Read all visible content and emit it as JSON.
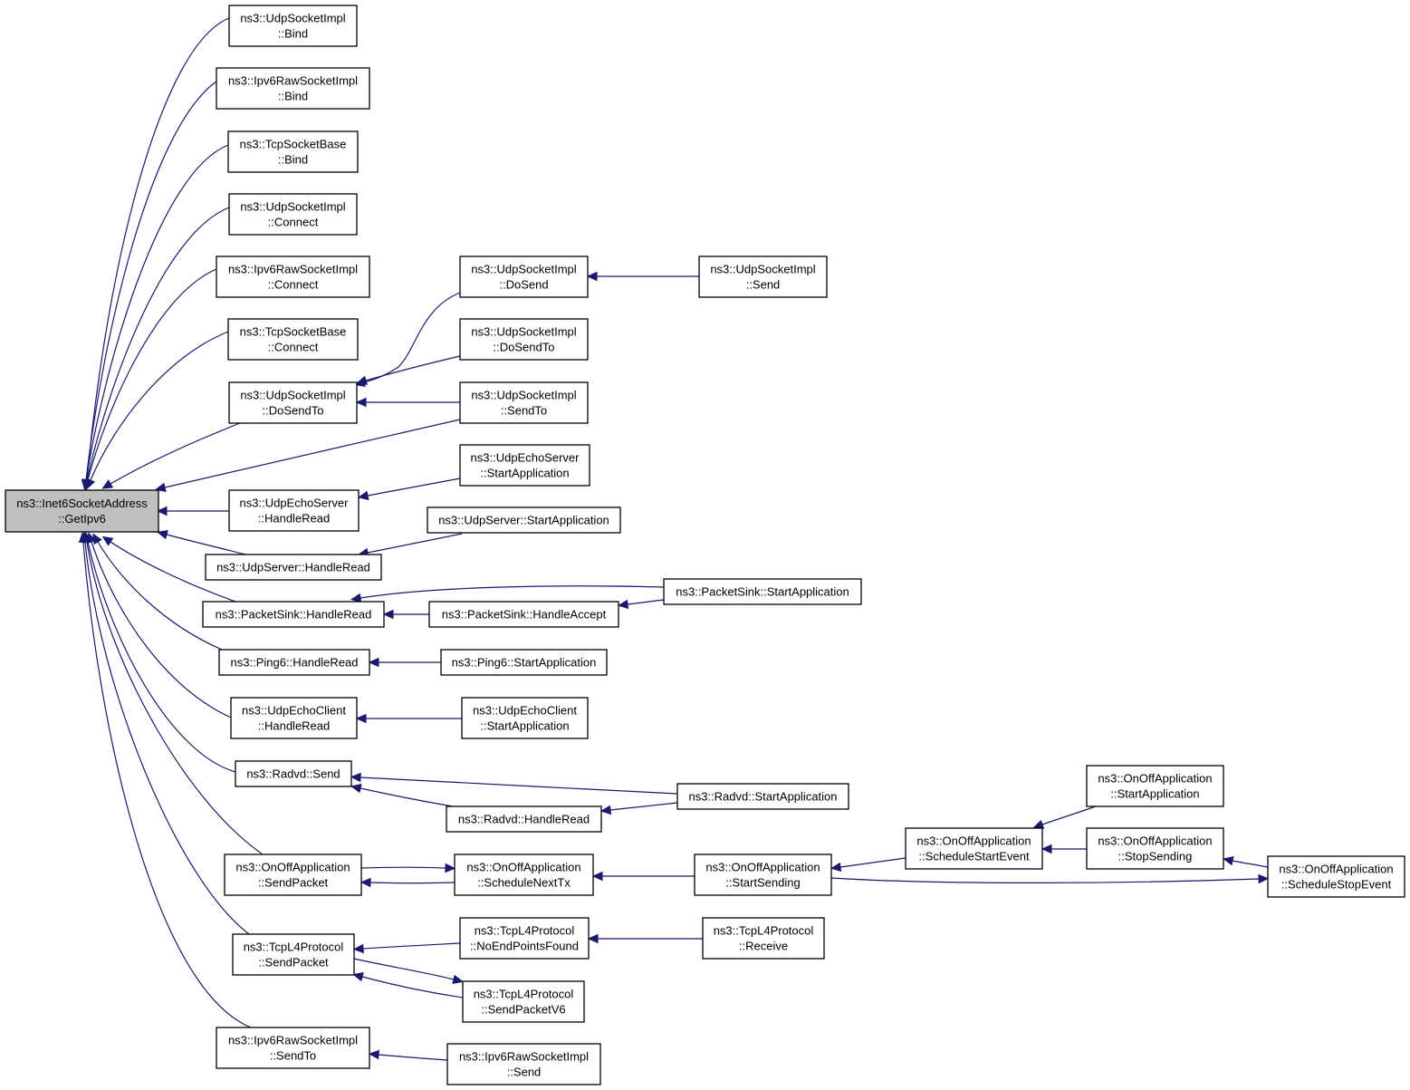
{
  "nodes": [
    {
      "id": "root",
      "lines": [
        "ns3::Inet6SocketAddress",
        "::GetIpv6"
      ],
      "root": true
    },
    {
      "id": "udp_bind",
      "lines": [
        "ns3::UdpSocketImpl",
        "::Bind"
      ]
    },
    {
      "id": "raw_bind",
      "lines": [
        "ns3::Ipv6RawSocketImpl",
        "::Bind"
      ]
    },
    {
      "id": "tcp_bind",
      "lines": [
        "ns3::TcpSocketBase",
        "::Bind"
      ]
    },
    {
      "id": "udp_connect",
      "lines": [
        "ns3::UdpSocketImpl",
        "::Connect"
      ]
    },
    {
      "id": "raw_connect",
      "lines": [
        "ns3::Ipv6RawSocketImpl",
        "::Connect"
      ]
    },
    {
      "id": "tcp_connect",
      "lines": [
        "ns3::TcpSocketBase",
        "::Connect"
      ]
    },
    {
      "id": "udp_dosendto_l",
      "lines": [
        "ns3::UdpSocketImpl",
        "::DoSendTo"
      ]
    },
    {
      "id": "udpechoserver_hr",
      "lines": [
        "ns3::UdpEchoServer",
        "::HandleRead"
      ]
    },
    {
      "id": "udpserver_hr",
      "lines": [
        "ns3::UdpServer::HandleRead"
      ]
    },
    {
      "id": "packetsink_hr",
      "lines": [
        "ns3::PacketSink::HandleRead"
      ]
    },
    {
      "id": "ping6_hr",
      "lines": [
        "ns3::Ping6::HandleRead"
      ]
    },
    {
      "id": "udpechoclient_hr",
      "lines": [
        "ns3::UdpEchoClient",
        "::HandleRead"
      ]
    },
    {
      "id": "radvd_send",
      "lines": [
        "ns3::Radvd::Send"
      ]
    },
    {
      "id": "onoff_sendpacket",
      "lines": [
        "ns3::OnOffApplication",
        "::SendPacket"
      ]
    },
    {
      "id": "tcpl4_sendpacket",
      "lines": [
        "ns3::TcpL4Protocol",
        "::SendPacket"
      ]
    },
    {
      "id": "raw_sendto",
      "lines": [
        "ns3::Ipv6RawSocketImpl",
        "::SendTo"
      ]
    },
    {
      "id": "udp_dosend",
      "lines": [
        "ns3::UdpSocketImpl",
        "::DoSend"
      ]
    },
    {
      "id": "udp_send",
      "lines": [
        "ns3::UdpSocketImpl",
        "::Send"
      ]
    },
    {
      "id": "udp_dosendto_r",
      "lines": [
        "ns3::UdpSocketImpl",
        "::DoSendTo"
      ]
    },
    {
      "id": "udp_sendto",
      "lines": [
        "ns3::UdpSocketImpl",
        "::SendTo"
      ]
    },
    {
      "id": "udpechoserver_sa",
      "lines": [
        "ns3::UdpEchoServer",
        "::StartApplication"
      ]
    },
    {
      "id": "udpserver_sa",
      "lines": [
        "ns3::UdpServer::StartApplication"
      ]
    },
    {
      "id": "packetsink_sa",
      "lines": [
        "ns3::PacketSink::StartApplication"
      ]
    },
    {
      "id": "packetsink_ha",
      "lines": [
        "ns3::PacketSink::HandleAccept"
      ]
    },
    {
      "id": "ping6_sa",
      "lines": [
        "ns3::Ping6::StartApplication"
      ]
    },
    {
      "id": "udpechoclient_sa",
      "lines": [
        "ns3::UdpEchoClient",
        "::StartApplication"
      ]
    },
    {
      "id": "radvd_sa",
      "lines": [
        "ns3::Radvd::StartApplication"
      ]
    },
    {
      "id": "radvd_hr",
      "lines": [
        "ns3::Radvd::HandleRead"
      ]
    },
    {
      "id": "onoff_schednext",
      "lines": [
        "ns3::OnOffApplication",
        "::ScheduleNextTx"
      ]
    },
    {
      "id": "onoff_startsending",
      "lines": [
        "ns3::OnOffApplication",
        "::StartSending"
      ]
    },
    {
      "id": "onoff_schedstart",
      "lines": [
        "ns3::OnOffApplication",
        "::ScheduleStartEvent"
      ]
    },
    {
      "id": "onoff_sa",
      "lines": [
        "ns3::OnOffApplication",
        "::StartApplication"
      ]
    },
    {
      "id": "onoff_stopsending",
      "lines": [
        "ns3::OnOffApplication",
        "::StopSending"
      ]
    },
    {
      "id": "onoff_schedstop",
      "lines": [
        "ns3::OnOffApplication",
        "::ScheduleStopEvent"
      ]
    },
    {
      "id": "tcpl4_noend",
      "lines": [
        "ns3::TcpL4Protocol",
        "::NoEndPointsFound"
      ]
    },
    {
      "id": "tcpl4_receive",
      "lines": [
        "ns3::TcpL4Protocol",
        "::Receive"
      ]
    },
    {
      "id": "tcpl4_sendv6",
      "lines": [
        "ns3::TcpL4Protocol",
        "::SendPacketV6"
      ]
    },
    {
      "id": "raw_send",
      "lines": [
        "ns3::Ipv6RawSocketImpl",
        "::Send"
      ]
    }
  ],
  "edges": [
    {
      "from": "udp_bind",
      "to": "root"
    },
    {
      "from": "raw_bind",
      "to": "root"
    },
    {
      "from": "tcp_bind",
      "to": "root"
    },
    {
      "from": "udp_connect",
      "to": "root"
    },
    {
      "from": "raw_connect",
      "to": "root"
    },
    {
      "from": "tcp_connect",
      "to": "root"
    },
    {
      "from": "udp_dosendto_l",
      "to": "root"
    },
    {
      "from": "udp_sendto",
      "to": "root"
    },
    {
      "from": "udpechoserver_hr",
      "to": "root"
    },
    {
      "from": "udpserver_hr",
      "to": "root"
    },
    {
      "from": "packetsink_hr",
      "to": "root"
    },
    {
      "from": "ping6_hr",
      "to": "root"
    },
    {
      "from": "udpechoclient_hr",
      "to": "root"
    },
    {
      "from": "radvd_send",
      "to": "root"
    },
    {
      "from": "onoff_sendpacket",
      "to": "root"
    },
    {
      "from": "tcpl4_sendpacket",
      "to": "root"
    },
    {
      "from": "raw_sendto",
      "to": "root"
    },
    {
      "from": "udp_dosend",
      "to": "udp_dosendto_l"
    },
    {
      "from": "udp_dosendto_r",
      "to": "udp_dosendto_l"
    },
    {
      "from": "udp_sendto",
      "to": "udp_dosendto_l"
    },
    {
      "from": "udp_send",
      "to": "udp_dosend"
    },
    {
      "from": "udpechoserver_sa",
      "to": "udpechoserver_hr"
    },
    {
      "from": "udpserver_sa",
      "to": "udpserver_hr"
    },
    {
      "from": "packetsink_sa",
      "to": "packetsink_hr"
    },
    {
      "from": "packetsink_ha",
      "to": "packetsink_hr"
    },
    {
      "from": "packetsink_sa",
      "to": "packetsink_ha"
    },
    {
      "from": "ping6_sa",
      "to": "ping6_hr"
    },
    {
      "from": "udpechoclient_sa",
      "to": "udpechoclient_hr"
    },
    {
      "from": "radvd_sa",
      "to": "radvd_send"
    },
    {
      "from": "radvd_hr",
      "to": "radvd_send"
    },
    {
      "from": "radvd_sa",
      "to": "radvd_hr"
    },
    {
      "from": "onoff_schednext",
      "to": "onoff_sendpacket"
    },
    {
      "from": "onoff_sendpacket",
      "to": "onoff_schednext"
    },
    {
      "from": "onoff_startsending",
      "to": "onoff_schednext"
    },
    {
      "from": "onoff_schedstart",
      "to": "onoff_startsending"
    },
    {
      "from": "onoff_sa",
      "to": "onoff_schedstart"
    },
    {
      "from": "onoff_stopsending",
      "to": "onoff_schedstart"
    },
    {
      "from": "onoff_startsending",
      "to": "onoff_schedstop"
    },
    {
      "from": "onoff_schedstop",
      "to": "onoff_stopsending"
    },
    {
      "from": "tcpl4_noend",
      "to": "tcpl4_sendpacket"
    },
    {
      "from": "tcpl4_sendv6",
      "to": "tcpl4_sendpacket"
    },
    {
      "from": "tcpl4_sendpacket",
      "to": "tcpl4_sendv6"
    },
    {
      "from": "tcpl4_receive",
      "to": "tcpl4_noend"
    },
    {
      "from": "raw_send",
      "to": "raw_sendto"
    }
  ],
  "colors": {
    "edge": "#191970",
    "root_fill": "#bfbfbf",
    "node_fill": "#ffffff",
    "border": "#000000"
  }
}
